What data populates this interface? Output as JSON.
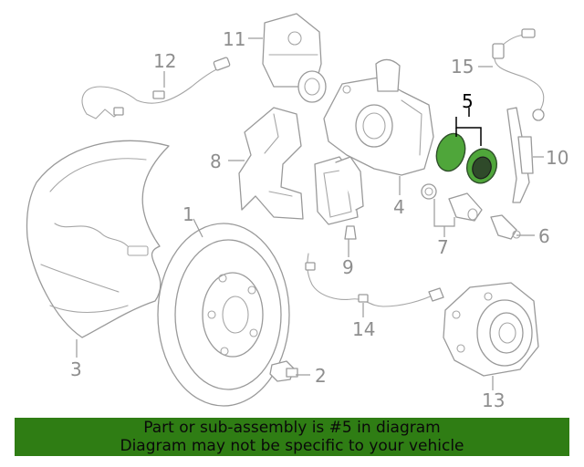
{
  "diagram": {
    "callouts": {
      "c1": "1",
      "c2": "2",
      "c3": "3",
      "c4": "4",
      "c5": "5",
      "c6": "6",
      "c7": "7",
      "c8": "8",
      "c9": "9",
      "c10": "10",
      "c11": "11",
      "c12": "12",
      "c13": "13",
      "c14": "14",
      "c15": "15"
    },
    "highlighted_part": "5",
    "highlight_color": "#4fa63a"
  },
  "banner": {
    "line1": "Part or sub-assembly is #5 in diagram",
    "line2": "Diagram may not be specific to your vehicle",
    "background": "#2f7d14"
  }
}
